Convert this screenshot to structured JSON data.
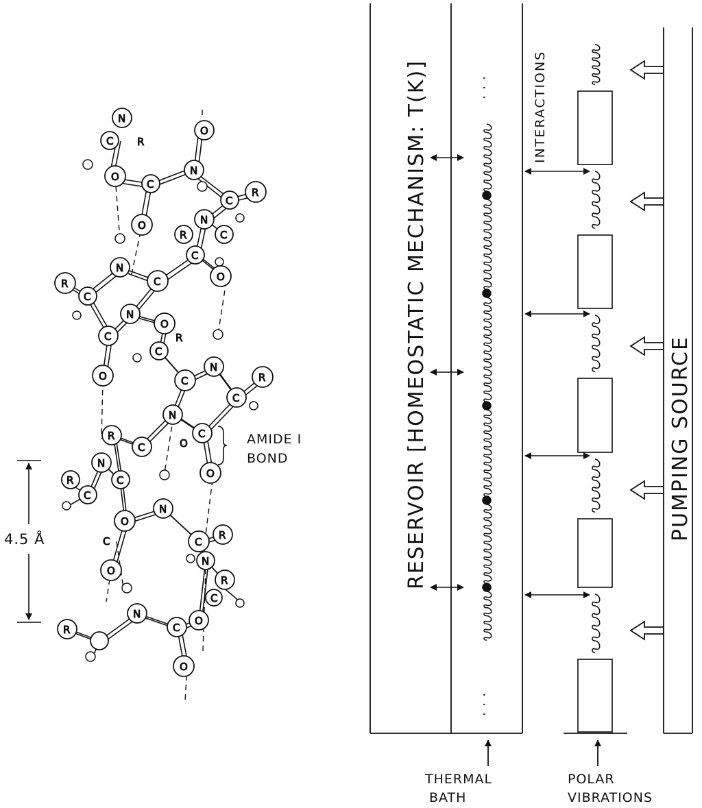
{
  "molecule": {
    "amide_label_line1": "AMIDE I",
    "amide_label_line2": "BOND",
    "spacing_label": "4.5 Å",
    "atom_labels": {
      "nitrogen": "N",
      "carbon": "C",
      "oxygen": "O",
      "residue": "R"
    }
  },
  "model": {
    "reservoir_label": "RESERVOIR [HOMEOSTATIC MECHANISM: T(K)]",
    "interactions_label": "INTERACTIONS",
    "pumping_label": "PUMPING SOURCE",
    "ellipsis": "· · ·",
    "thermal_bath_line1": "THERMAL",
    "thermal_bath_line2": "BATH",
    "polar_line1": "POLAR",
    "polar_line2": "VIBRATIONS"
  }
}
